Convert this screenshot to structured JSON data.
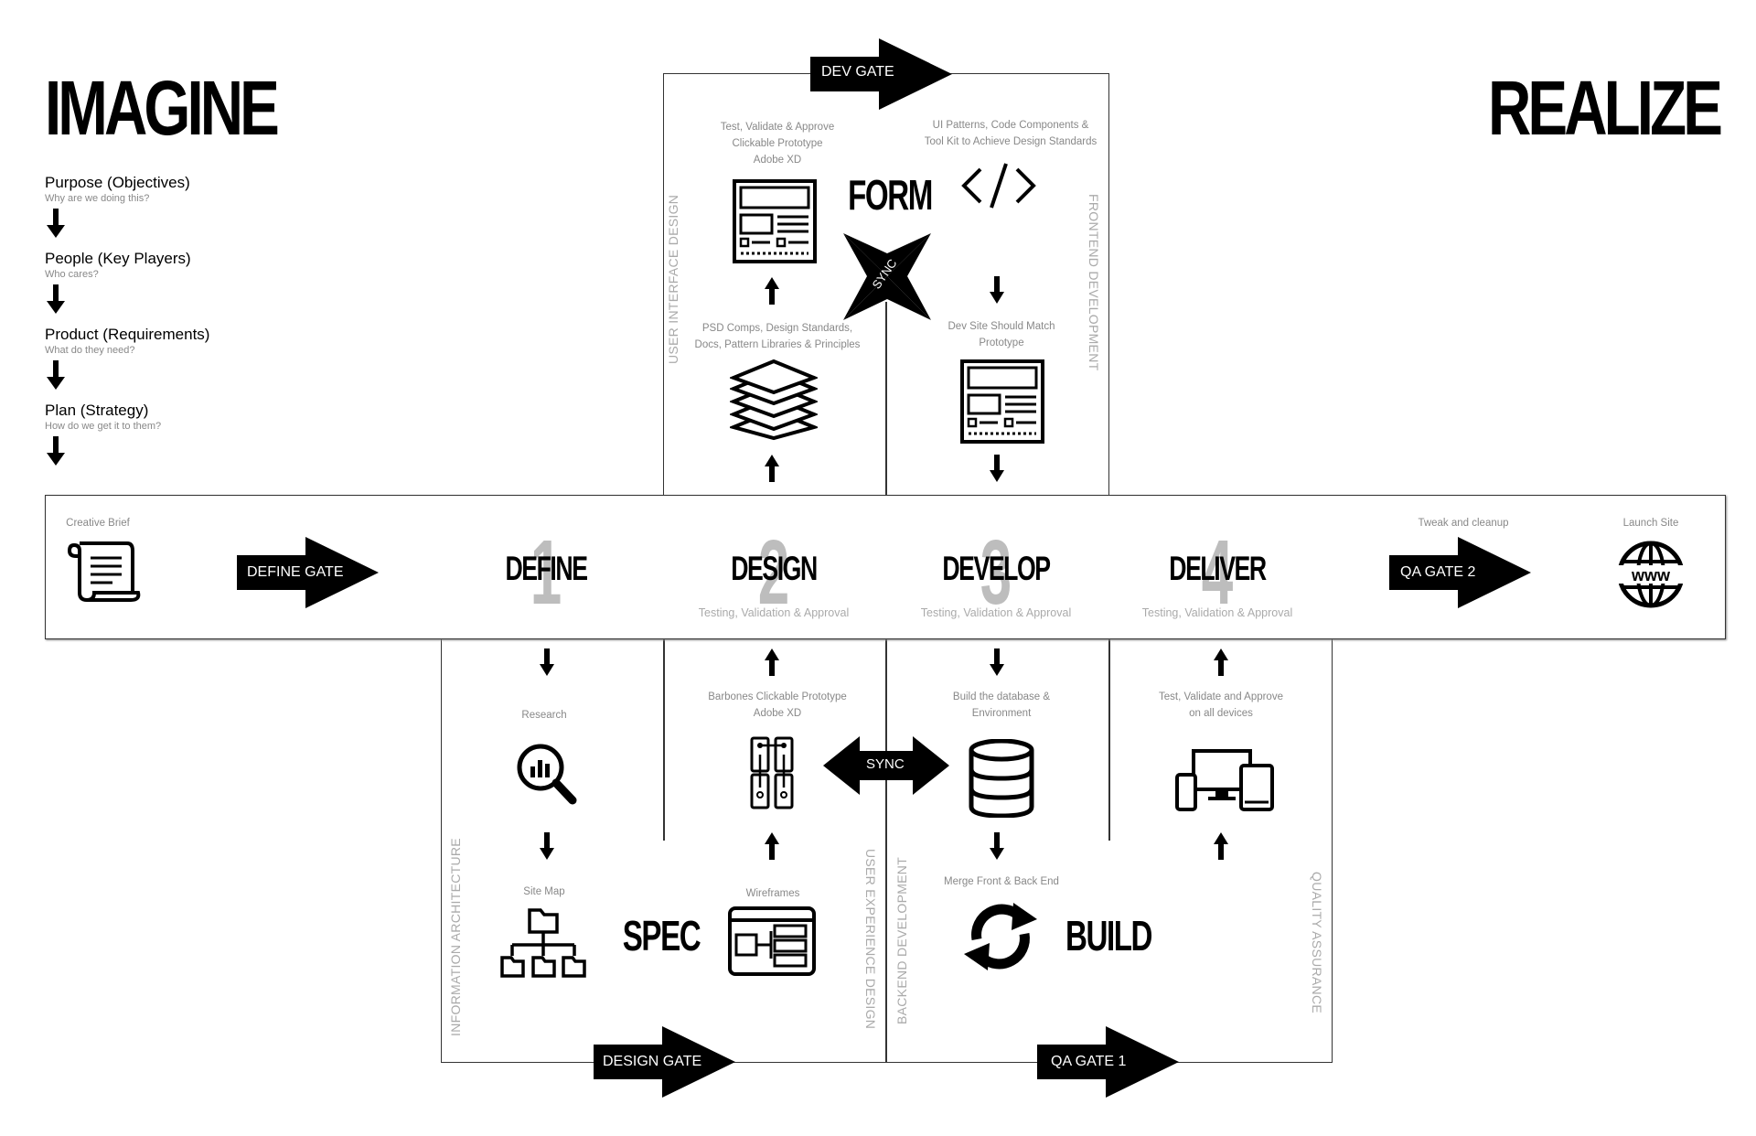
{
  "headings": {
    "left": "IMAGINE",
    "right": "REALIZE"
  },
  "steps": [
    {
      "title": "Purpose (Objectives)",
      "sub": "Why are we doing this?"
    },
    {
      "title": "People (Key Players)",
      "sub": "Who cares?"
    },
    {
      "title": "Product (Requirements)",
      "sub": "What do they need?"
    },
    {
      "title": "Plan (Strategy)",
      "sub": "How do we get it to them?"
    }
  ],
  "band": {
    "creative_brief": "Creative Brief",
    "tweak": "Tweak and cleanup",
    "launch": "Launch Site"
  },
  "phases": [
    {
      "num": "1",
      "name": "DEFINE",
      "sub": ""
    },
    {
      "num": "2",
      "name": "DESIGN",
      "sub": "Testing, Validation & Approval"
    },
    {
      "num": "3",
      "name": "DEVELOP",
      "sub": "Testing, Validation & Approval"
    },
    {
      "num": "4",
      "name": "DELIVER",
      "sub": "Testing, Validation & Approval"
    }
  ],
  "gates": {
    "define": "DEFINE GATE",
    "dev": "DEV GATE",
    "qa2": "QA GATE 2",
    "design": "DESIGN GATE",
    "qa1": "QA GATE 1"
  },
  "top": {
    "test_validate": "Test, Validate & Approve\nClickable Prototype\nAdobe XD",
    "ui_patterns": "UI Patterns, Code Components &\nTool Kit to Achieve Design Standards",
    "psd": "PSD Comps, Design Standards,\nDocs, Pattern Libraries & Principles",
    "dev_site": "Dev Site Should Match\nPrototype",
    "form": "FORM",
    "sync": "SYNC",
    "ui_design": "USER INTERFACE DESIGN",
    "frontend": "FRONTEND DEVELOPMENT"
  },
  "bottom": {
    "research": "Research",
    "site_map": "Site Map",
    "barbones": "Barbones Clickable Prototype\nAdobe XD",
    "wireframes": "Wireframes",
    "build_db": "Build the database &\nEnvironment",
    "merge": "Merge Front & Back End",
    "test_devices": "Test, Validate and Approve\non all devices",
    "spec": "SPEC",
    "build": "BUILD",
    "sync": "SYNC",
    "info_arch": "INFORMATION ARCHITECTURE",
    "ux_design": "USER EXPERIENCE DESIGN",
    "backend": "BACKEND DEVELOPMENT",
    "qa": "QUALITY ASSURANCE"
  }
}
